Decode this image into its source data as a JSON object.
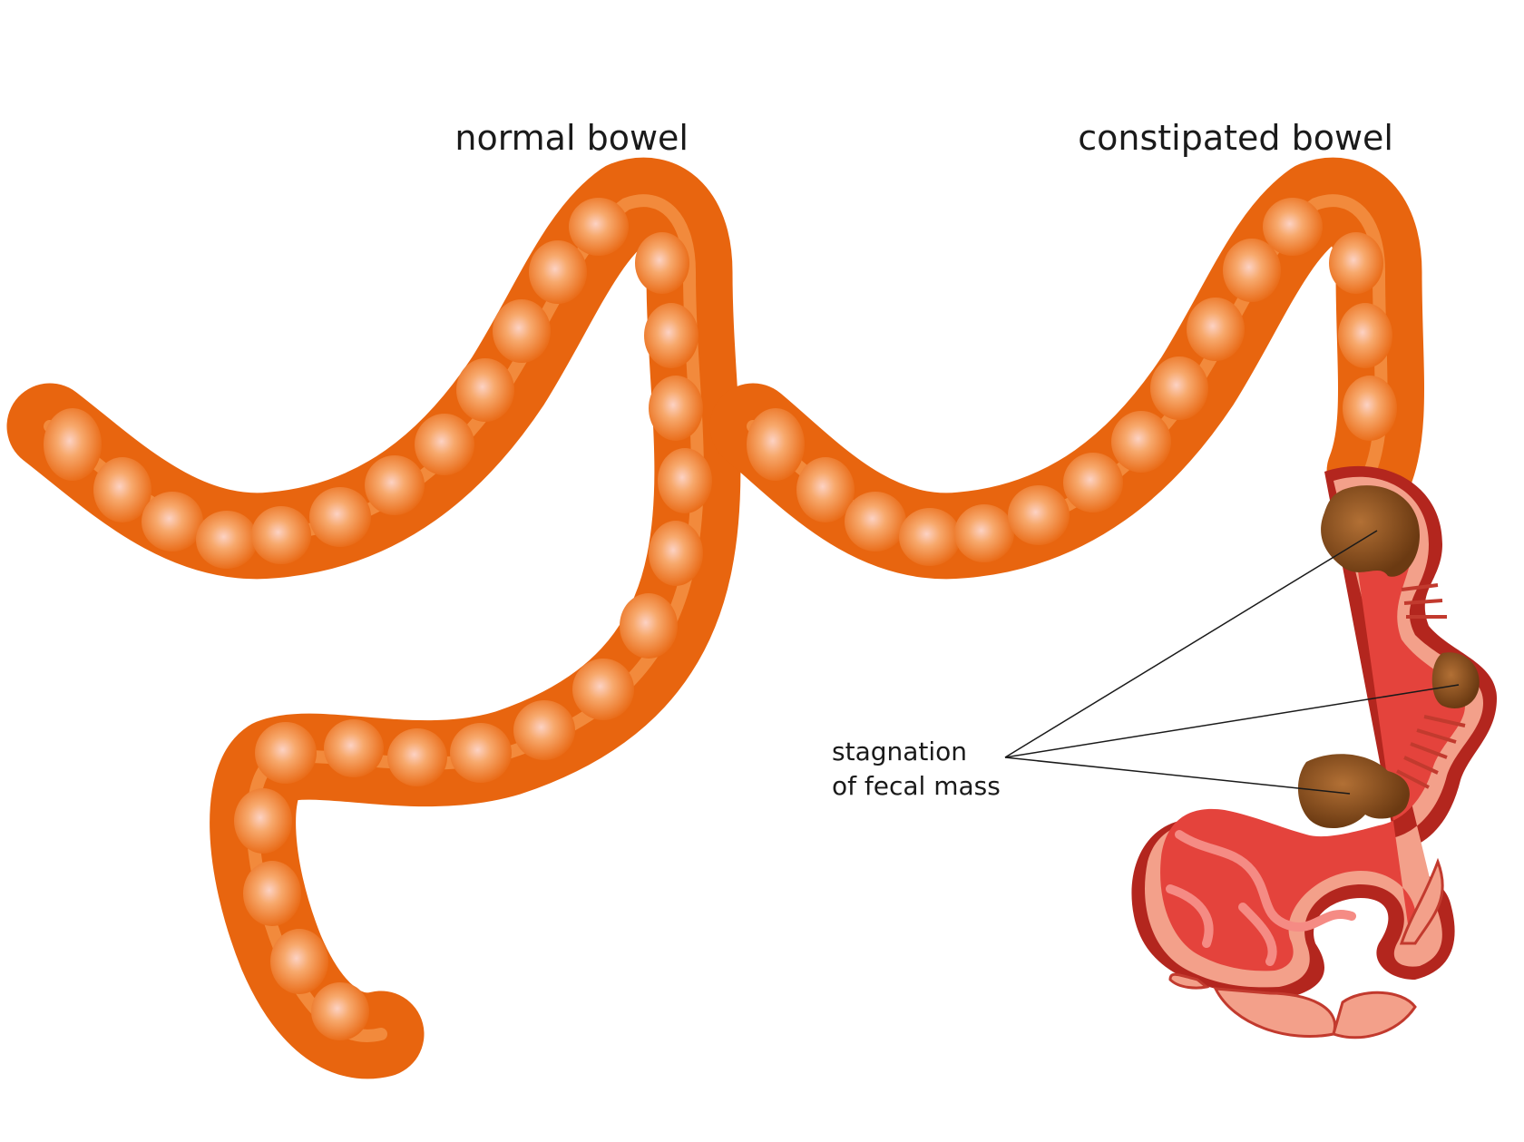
{
  "titles": {
    "normal": "normal bowel",
    "constipated": "constipated bowel"
  },
  "callout": {
    "line1": "stagnation",
    "line2": "of fecal mass"
  },
  "colors": {
    "bowel_orange": "#e8650f",
    "bowel_highlight": "#f7b6a6",
    "cross_section_red": "#e4433c",
    "cross_section_pink": "#f3a08a",
    "fecal_brown": "#8a4f1c"
  }
}
